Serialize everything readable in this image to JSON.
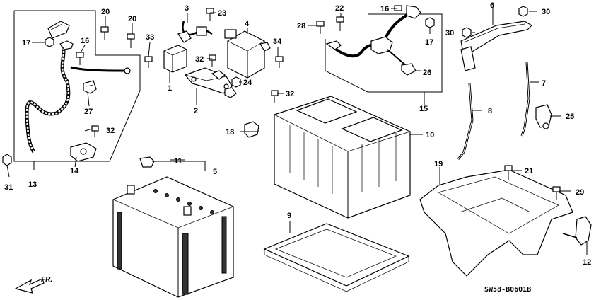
{
  "diagram_code": "SW58-B0601B",
  "front_label": "FR.",
  "callouts": {
    "c1": "1",
    "c2": "2",
    "c3": "3",
    "c4": "4",
    "c5": "5",
    "c6": "6",
    "c7": "7",
    "c8": "8",
    "c9": "9",
    "c10": "10",
    "c11": "11",
    "c12": "12",
    "c13": "13",
    "c14": "14",
    "c15": "15",
    "c16a": "16",
    "c16b": "16",
    "c17a": "17",
    "c17b": "17",
    "c18": "18",
    "c19": "19",
    "c20a": "20",
    "c20b": "20",
    "c21": "21",
    "c22": "22",
    "c23": "23",
    "c24": "24",
    "c25": "25",
    "c26": "26",
    "c27": "27",
    "c28": "28",
    "c29": "29",
    "c30a": "30",
    "c30b": "30",
    "c31": "31",
    "c32a": "32",
    "c32b": "32",
    "c32c": "32",
    "c33": "33",
    "c34": "34"
  }
}
